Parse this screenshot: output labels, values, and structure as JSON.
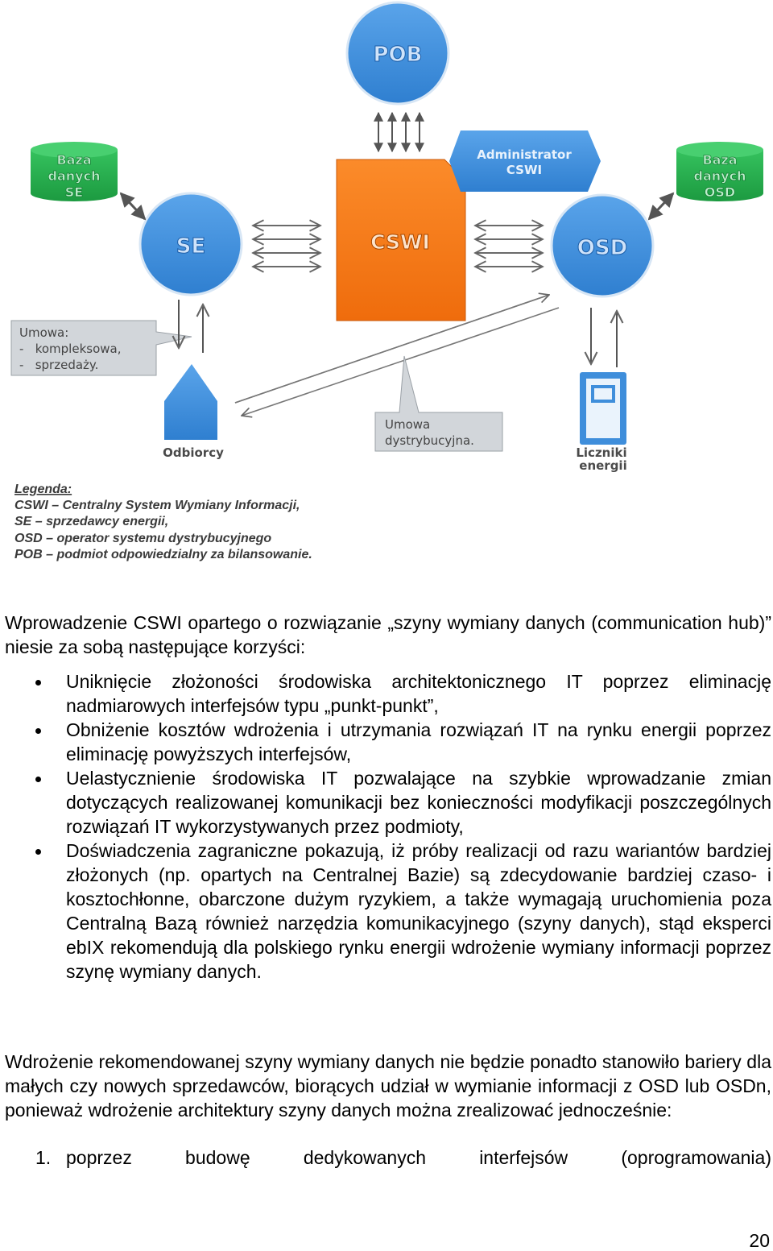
{
  "diagram": {
    "pob": "POB",
    "cswi": "CSWI",
    "se": "SE",
    "osd": "OSD",
    "admin": [
      "Administrator",
      "CSWI"
    ],
    "db_se": [
      "Baza",
      "danych",
      "SE"
    ],
    "db_osd": [
      "Baza",
      "danych",
      "OSD"
    ],
    "contract_sale": {
      "title": "Umowa:",
      "items": [
        "-   kompleksowa,",
        "-   sprzedaży."
      ]
    },
    "contract_distribution": [
      "Umowa",
      "dystrybucyjna."
    ],
    "recipients": "Odbiorcy",
    "meters": [
      "Liczniki",
      "energii"
    ],
    "legend": {
      "title": "Legenda:",
      "lines": [
        "CSWI – Centralny System Wymiany Informacji,",
        "SE – sprzedawcy energii,",
        "OSD – operator systemu dystrybucyjnego",
        "POB – podmiot odpowiedzialny za bilansowanie."
      ]
    },
    "colors": {
      "circle": "#3f8edb",
      "cswi": "#f47a16",
      "database": "#22a84a",
      "admin": "#3f8edb",
      "callout_bg": "#d2d6da",
      "arrow": "#555555"
    }
  },
  "text": {
    "intro": "Wprowadzenie CSWI opartego o rozwiązanie „szyny wymiany danych (communication hub)” niesie za sobą następujące korzyści:",
    "benefits": [
      "Uniknięcie złożoności środowiska architektonicznego IT poprzez eliminację nadmiarowych interfejsów typu „punkt-punkt”,",
      "Obniżenie kosztów wdrożenia i utrzymania rozwiązań IT na rynku energii poprzez eliminację powyższych interfejsów,",
      "Uelastycznienie środowiska IT pozwalające na szybkie wprowadzanie zmian dotyczących realizowanej komunikacji bez konieczności modyfikacji poszczególnych rozwiązań IT wykorzystywanych przez podmioty,",
      "Doświadczenia zagraniczne pokazują, iż próby realizacji od razu wariantów bardziej złożonych (np. opartych na Centralnej Bazie) są zdecydowanie bardziej czaso- i kosztochłonne, obarczone dużym ryzykiem, a także wymagają uruchomienia poza Centralną Bazą również narzędzia komunikacyjnego (szyny danych), stąd eksperci ebIX rekomendują dla polskiego rynku energii wdrożenie wymiany informacji poprzez szynę wymiany danych."
    ],
    "para2": "Wdrożenie rekomendowanej szyny wymiany danych nie będzie ponadto stanowiło bariery dla małych czy nowych sprzedawców, biorących udział w wymianie informacji z OSD lub OSDn, ponieważ wdrożenie architektury szyny danych można zrealizować jednocześnie:",
    "numbered": [
      {
        "num": "1.",
        "text": "poprzez budowę dedykowanych interfejsów (oprogramowania)"
      }
    ],
    "page_number": "20"
  }
}
